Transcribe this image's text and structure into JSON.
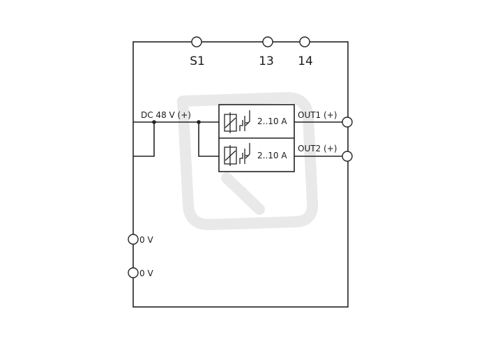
{
  "terminals_top": {
    "s1": "S1",
    "t13": "13",
    "t14": "14"
  },
  "supply_label": "DC 48 V (+)",
  "channels": [
    {
      "current_range": "2..10 A",
      "output_label": "OUT1 (+)"
    },
    {
      "current_range": "2..10 A",
      "output_label": "OUT2 (+)"
    }
  ],
  "ground_labels": [
    "0 V",
    "0 V"
  ],
  "colors": {
    "line": "#222222",
    "watermark": "#e9e9e9"
  }
}
